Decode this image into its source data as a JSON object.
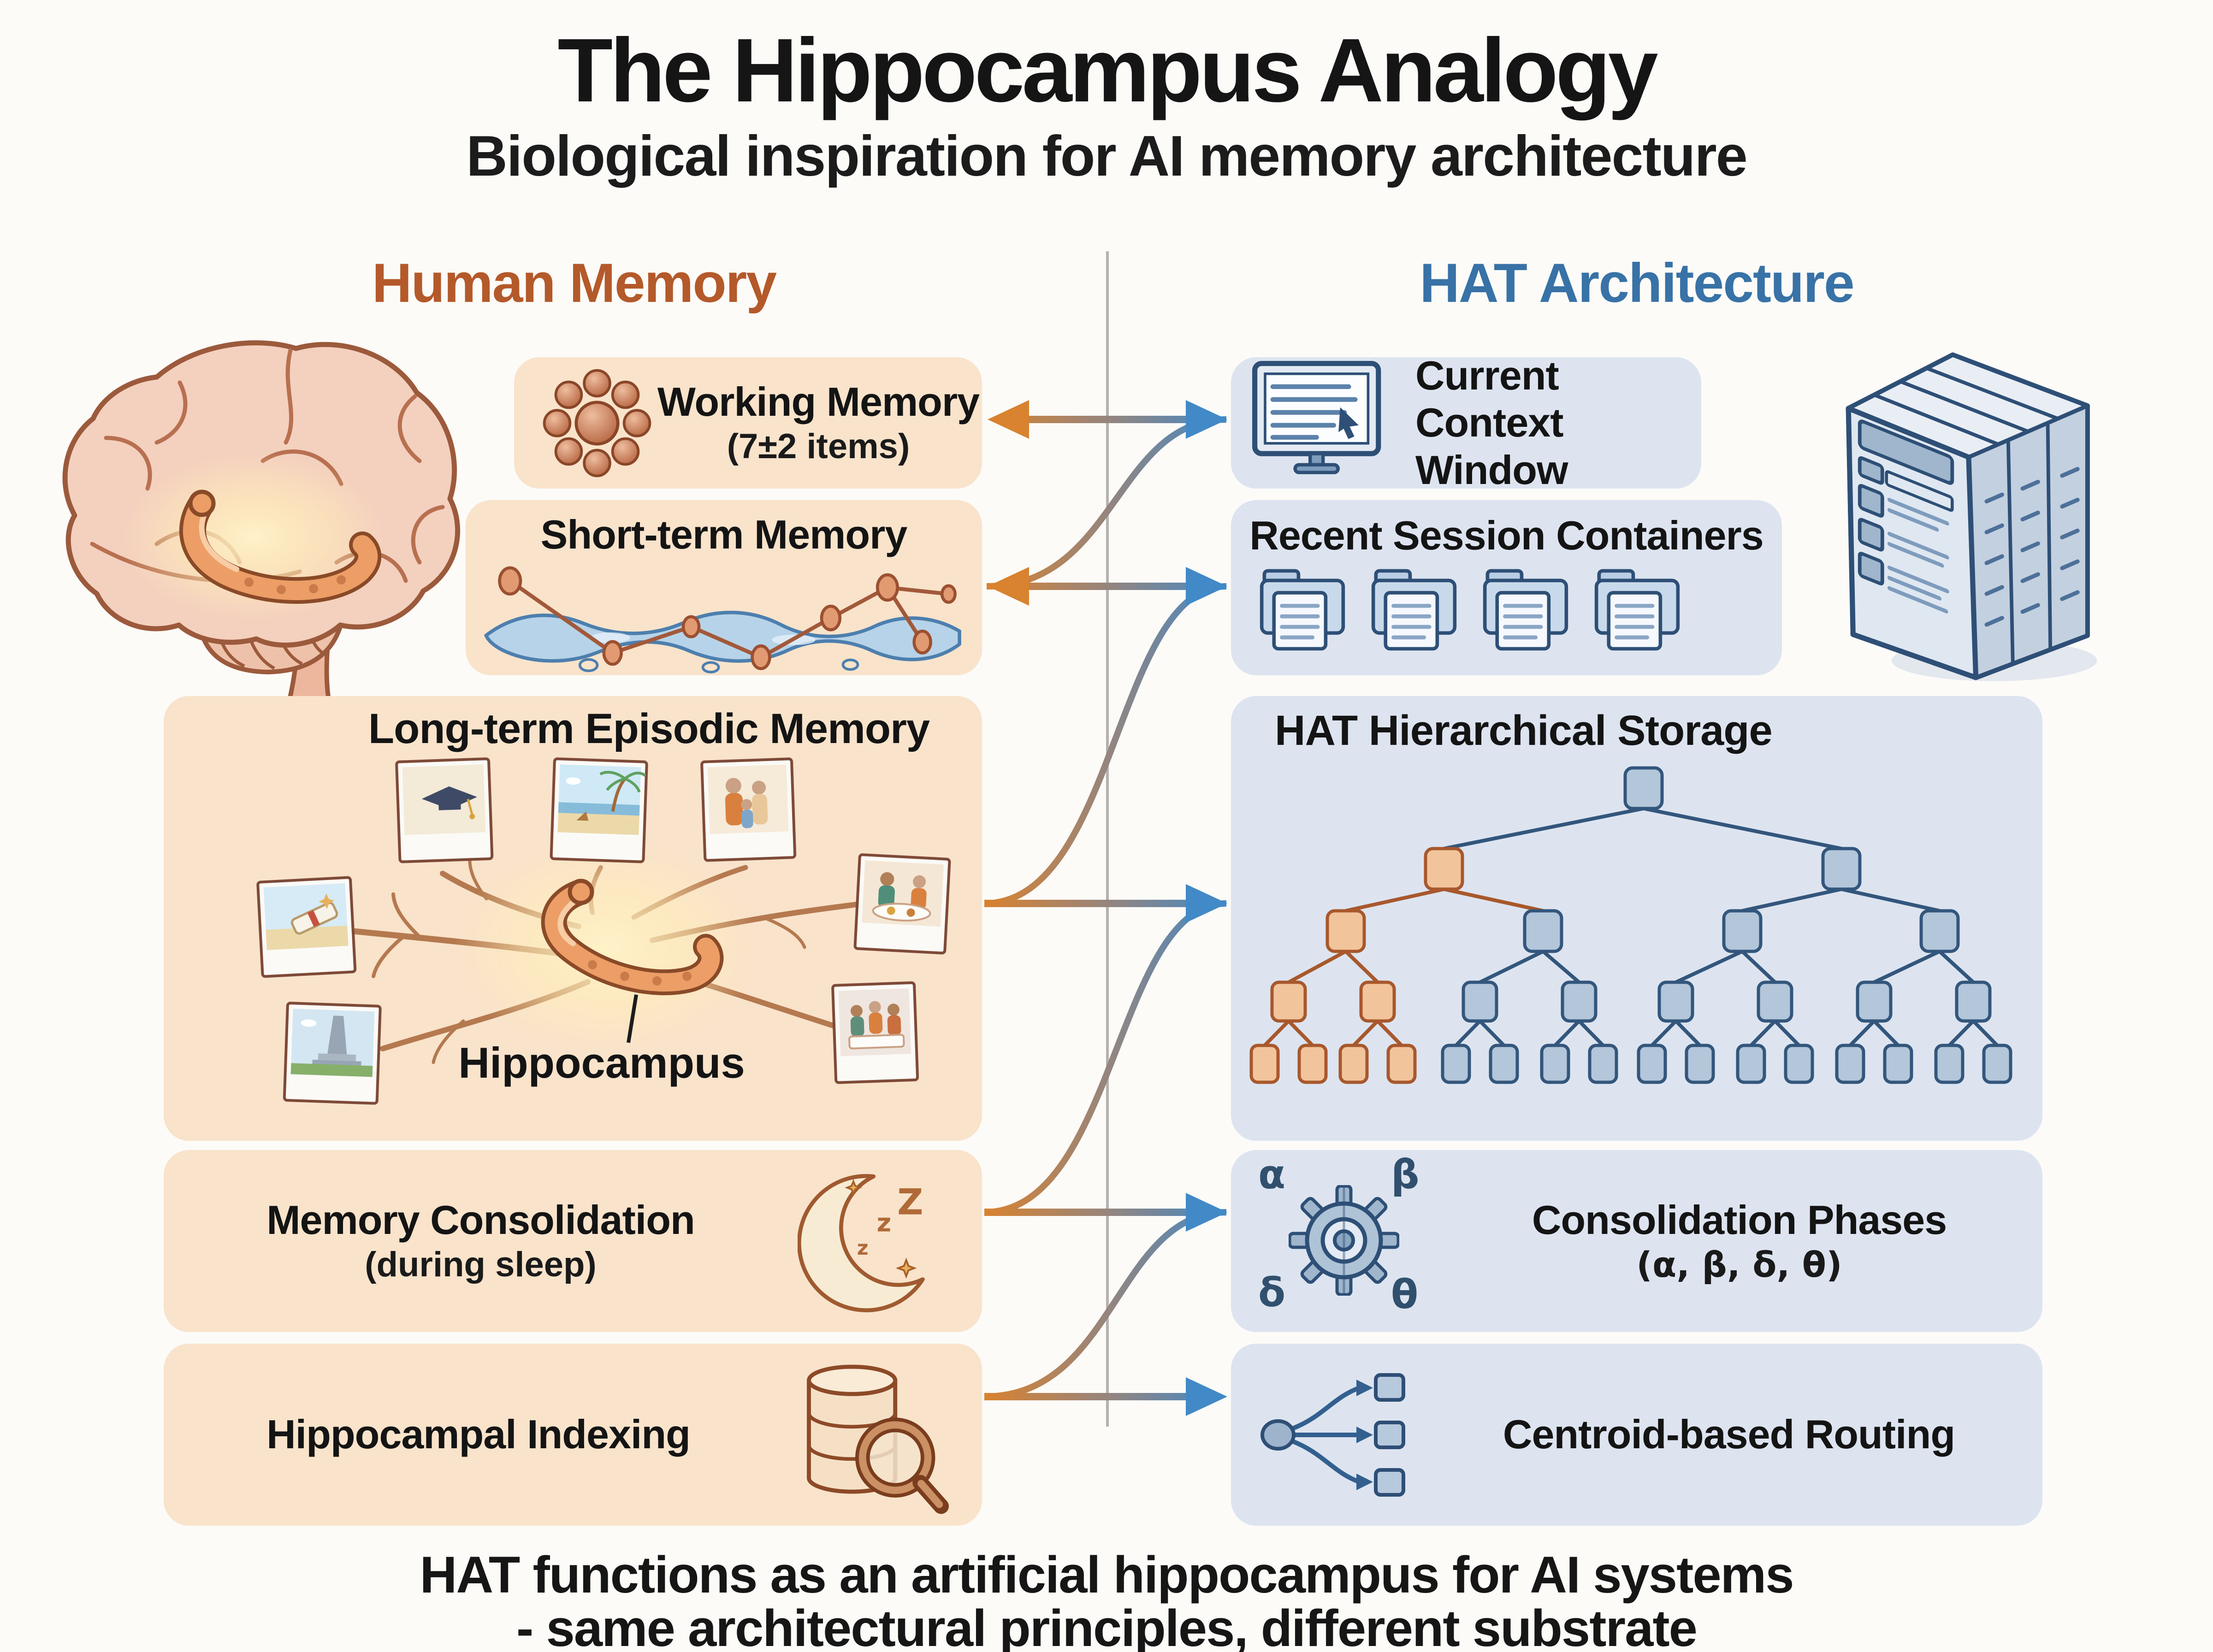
{
  "title": "The Hippocampus Analogy",
  "subtitle": "Biological inspiration for AI memory architecture",
  "left_column": {
    "header": "Human Memory"
  },
  "right_column": {
    "header": "HAT Architecture"
  },
  "left_items": [
    {
      "title": "Working Memory",
      "subtitle": "(7±2 items)"
    },
    {
      "title": "Short-term Memory"
    },
    {
      "title": "Long-term Episodic Memory",
      "annotation": "Hippocampus"
    },
    {
      "title": "Memory Consolidation",
      "subtitle": "(during sleep)"
    },
    {
      "title": "Hippocampal Indexing"
    }
  ],
  "right_items": [
    {
      "title": "Current Context Window"
    },
    {
      "title": "Recent Session Containers"
    },
    {
      "title": "HAT Hierarchical Storage"
    },
    {
      "title": "Consolidation Phases",
      "subtitle": "(α, β, δ, θ)",
      "greek": {
        "tl": "α",
        "tr": "β",
        "bl": "δ",
        "br": "θ"
      }
    },
    {
      "title": "Centroid-based Routing"
    }
  ],
  "footer": {
    "line1": "HAT functions as an artificial hippocampus for AI systems",
    "line2": "- same architectural principles, different substrate"
  },
  "colors": {
    "human_accent": "#b4592a",
    "hat_accent": "#3872a6",
    "left_box_bg": "#f9e3cb",
    "right_box_bg": "#dde4f0",
    "arrow_orange": "#d9822f",
    "arrow_blue": "#4289c7",
    "divider_gray": "#b4b2b0"
  }
}
